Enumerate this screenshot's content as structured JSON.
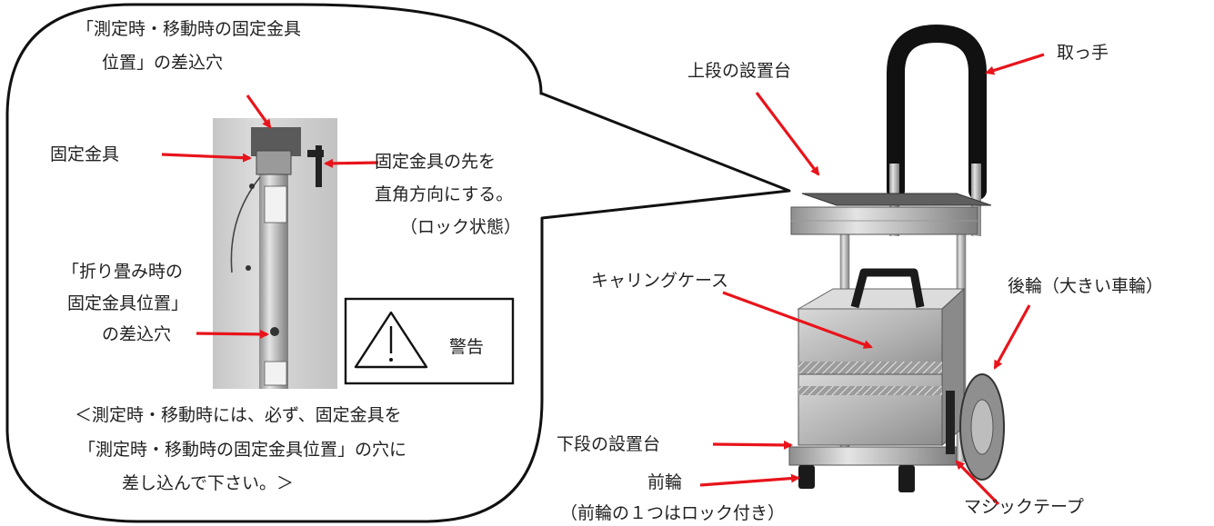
{
  "callout": {
    "top_label_line1": "「測定時・移動時の固定金具",
    "top_label_line2": "位置」の差込穴",
    "clamp_label": "固定金具",
    "tip_label_line1": "固定金具の先を",
    "tip_label_line2": "直角方向にする。",
    "tip_label_line3": "（ロック状態）",
    "fold_label_line1": "「折り畳み時の",
    "fold_label_line2": "固定金具位置」",
    "fold_label_line3": "の差込穴",
    "warning_text": "警告",
    "note_line1": "＜測定時・移動時には、必ず、固定金具を",
    "note_line2": "「測定時・移動時の固定金具位置」の穴に",
    "note_line3": "差し込んで下さい。＞"
  },
  "cart": {
    "upper_stand": "上段の設置台",
    "handle": "取っ手",
    "carrying_case": "キャリングケース",
    "rear_wheel": "後輪（大きい車輪）",
    "lower_stand": "下段の設置台",
    "front_wheel_line1": "前輪",
    "front_wheel_line2": "（前輪の１つはロック付き）",
    "velcro": "マジックテープ"
  },
  "colors": {
    "arrow": "#e8141b",
    "outline": "#111111"
  }
}
